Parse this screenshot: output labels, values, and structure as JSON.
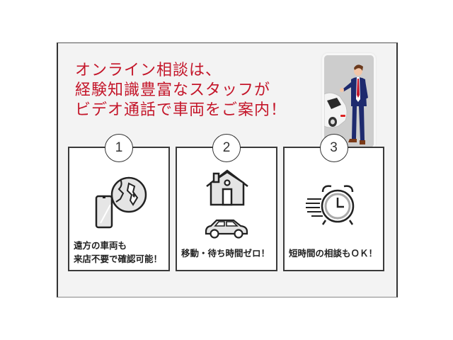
{
  "headline": {
    "lines": [
      "オンライン相談は、",
      "経験知識豊富なスタッフが",
      "ビデオ通話で車両をご案内！"
    ],
    "color": "#c4162a"
  },
  "illustration": {
    "icon": "phone-with-salesman-and-car-illustration"
  },
  "features": [
    {
      "number": "1",
      "icon": "smartphone-globe-icon",
      "caption_lines": [
        "遠方の車両も",
        "来店不要で確認可能！"
      ]
    },
    {
      "number": "2",
      "icon": "house-and-car-icon",
      "caption_lines": [
        "移動・待ち時間ゼロ！"
      ]
    },
    {
      "number": "3",
      "icon": "fast-alarm-clock-icon",
      "caption_lines": [
        "短時間の相談もＯＫ！"
      ]
    }
  ]
}
